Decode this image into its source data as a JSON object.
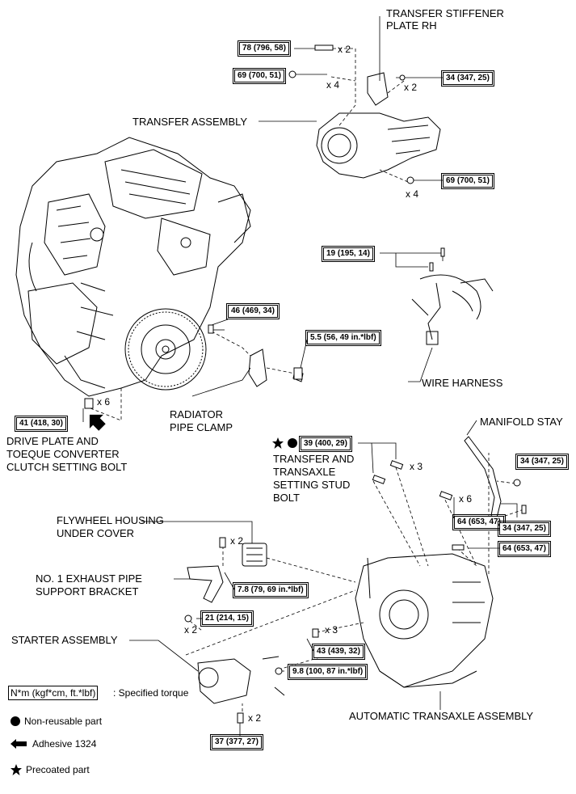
{
  "labels": {
    "transfer_stiffener_plate": "TRANSFER STIFFENER",
    "transfer_stiffener_plate_2": "PLATE RH",
    "transfer_assembly": "TRANSFER ASSEMBLY",
    "wire_harness": "WIRE HARNESS",
    "radiator_pipe_clamp": "RADIATOR",
    "radiator_pipe_clamp_2": "PIPE CLAMP",
    "drive_plate_1": "DRIVE PLATE AND",
    "drive_plate_2": "TOEQUE CONVERTER",
    "drive_plate_3": "CLUTCH SETTING BOLT",
    "manifold_stay": "MANIFOLD STAY",
    "stud_bolt_1": "TRANSFER AND",
    "stud_bolt_2": "TRANSAXLE",
    "stud_bolt_3": "SETTING STUD",
    "stud_bolt_4": "BOLT",
    "flywheel_cover_1": "FLYWHEEL HOUSING",
    "flywheel_cover_2": "UNDER COVER",
    "exhaust_bracket_1": "NO. 1 EXHAUST PIPE",
    "exhaust_bracket_2": "SUPPORT BRACKET",
    "starter_assembly": "STARTER ASSEMBLY",
    "automatic_transaxle": "AUTOMATIC TRANSAXLE ASSEMBLY"
  },
  "torques": {
    "t1": "78 (796, 58)",
    "t2": "69 (700, 51)",
    "t3": "34 (347, 25)",
    "t4": "69 (700, 51)",
    "t5": "19 (195, 14)",
    "t6": "46 (469, 34)",
    "t7": "5.5 (56, 49 in.*lbf)",
    "t8": "41 (418, 30)",
    "t9": "39 (400, 29)",
    "t10": "34 (347, 25)",
    "t11": "64 (653, 47)",
    "t12": "34 (347, 25)",
    "t13": "64 (653, 47)",
    "t14": "7.8 (79, 69 in.*lbf)",
    "t15": "21 (214, 15)",
    "t16": "43 (439, 32)",
    "t17": "9.8 (100, 87 in.*lbf)",
    "t18": "37 (377, 27)"
  },
  "quantities": {
    "q1": "x 2",
    "q2": "x 4",
    "q3": "x 2",
    "q4": "x 4",
    "q5": "x 6",
    "q6": "x 3",
    "q7": "x 6",
    "q8": "x 2",
    "q9": "x 2",
    "q10": "x 3",
    "q11": "x 2"
  },
  "legend": {
    "unit_box": "N*m (kgf*cm, ft.*lbf)",
    "unit_text": ": Specified torque",
    "non_reusable": "Non-reusable part",
    "adhesive": "Adhesive 1324",
    "precoated": "Precoated part"
  }
}
